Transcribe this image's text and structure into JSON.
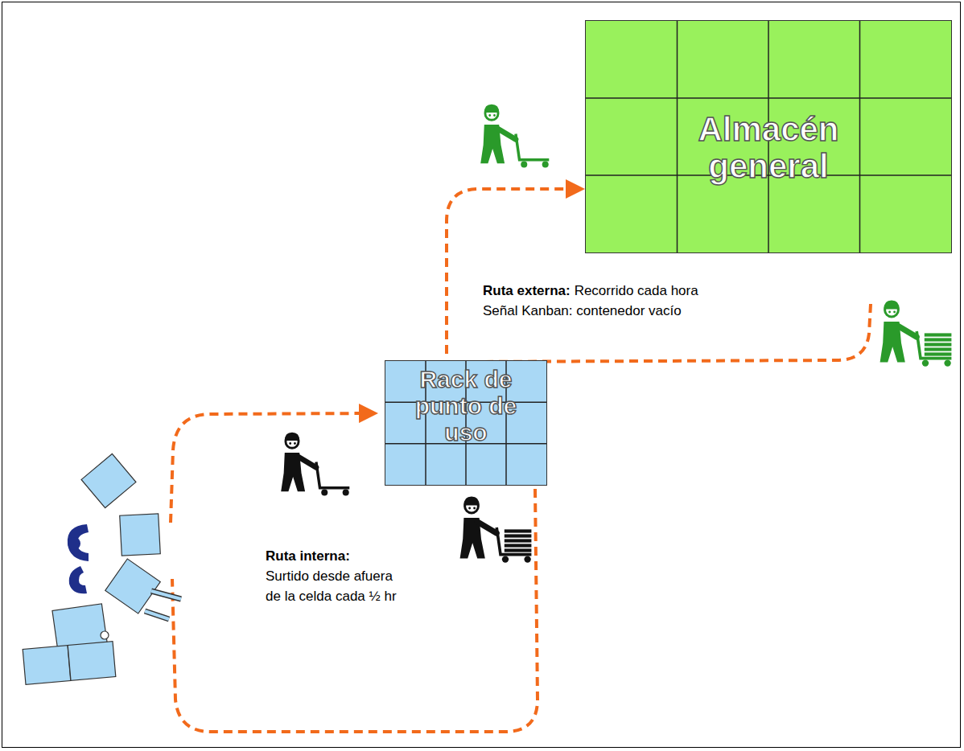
{
  "diagram": {
    "nodes": [
      {
        "text": [
          "Almacén general"
        ]
      },
      {
        "text": [
          "Rack de punto de uso"
        ]
      }
    ],
    "edges": [
      {
        "from": 1,
        "to": 0,
        "arrow": "to"
      }
    ],
    "labels": [
      "Ruta externa:",
      "Recorrido cada hora",
      "Señal Kanban: contenedor vacío",
      "Ruta interna:",
      "Surtido desde afuera de la celda cada ½ hr"
    ]
  }
}
